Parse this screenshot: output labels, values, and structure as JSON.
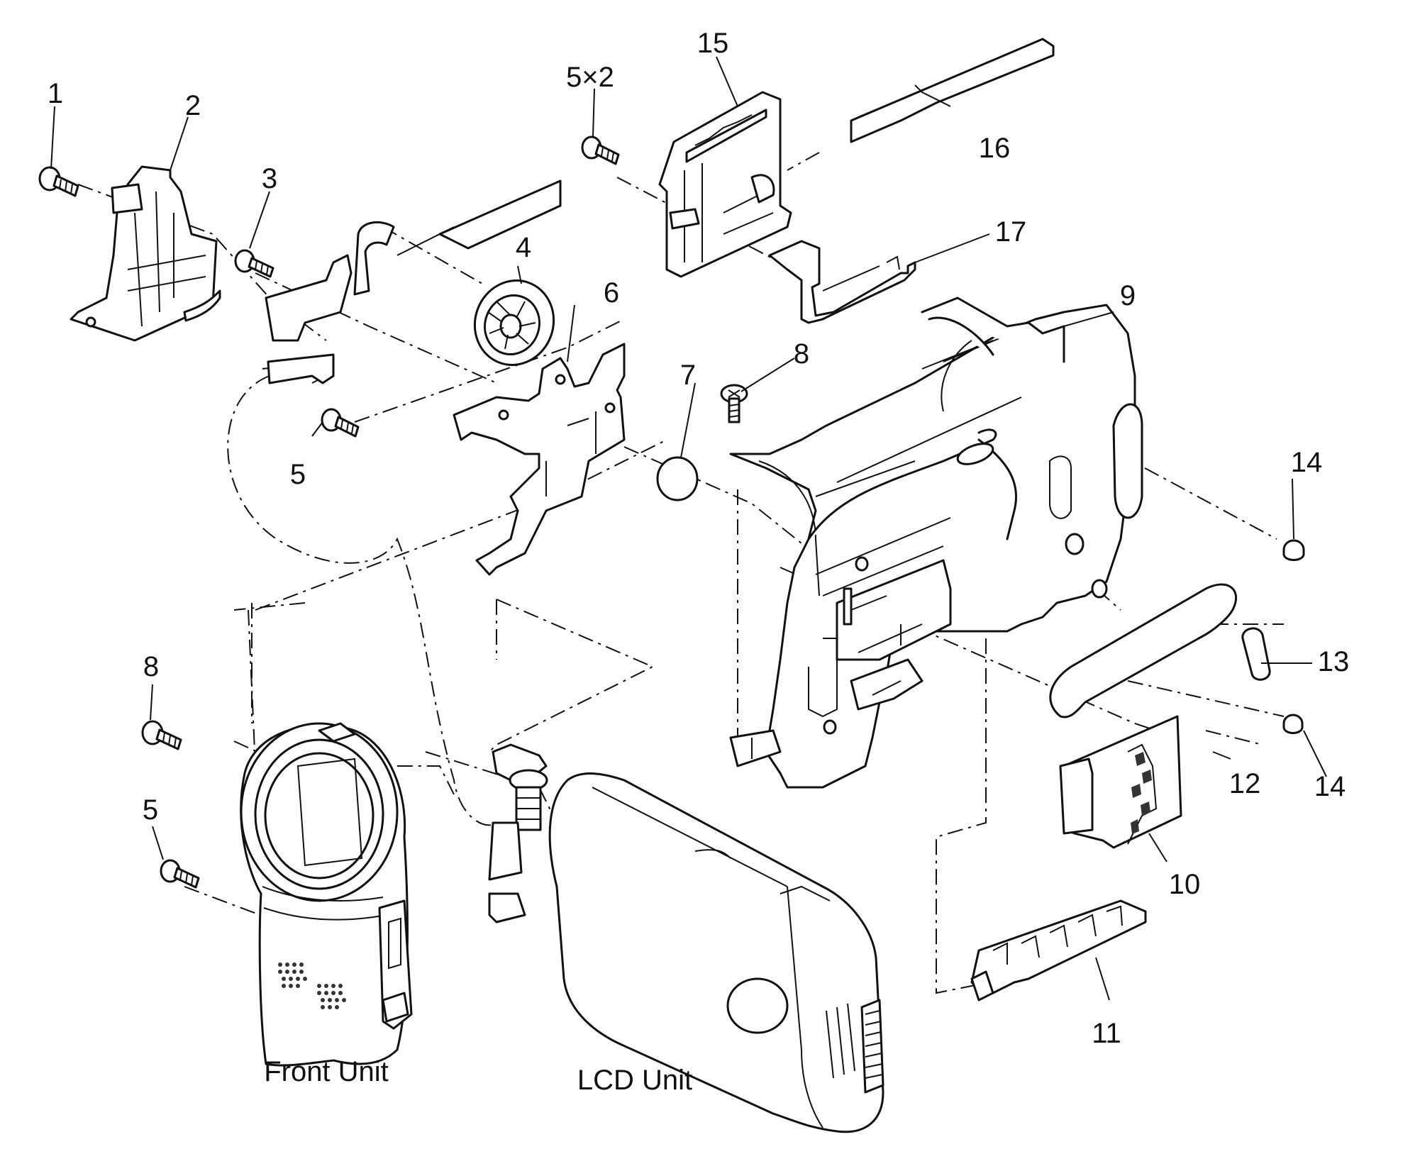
{
  "callouts": {
    "c1": "1",
    "c2": "2",
    "c3": "3",
    "c4": "4",
    "c5a": "5×2",
    "c5b": "5",
    "c5c": "5",
    "c6": "6",
    "c7": "7",
    "c8a": "8",
    "c8b": "8",
    "c9": "9",
    "c10": "10",
    "c11": "11",
    "c12": "12",
    "c13": "13",
    "c14a": "14",
    "c14b": "14",
    "c15": "15",
    "c16": "16",
    "c17": "17"
  },
  "units": {
    "front": "Front Unit",
    "lcd": "LCD Unit"
  },
  "colors": {
    "ink": "#111111",
    "paper": "#ffffff"
  }
}
